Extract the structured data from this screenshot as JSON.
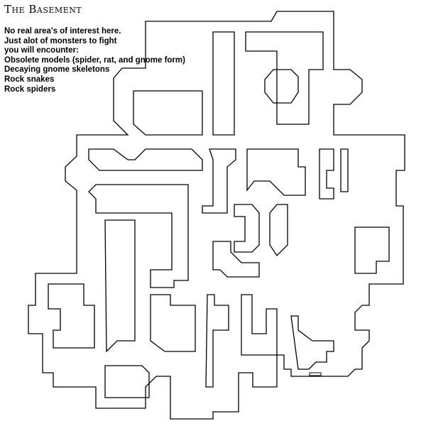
{
  "map": {
    "title": "The Basement",
    "notes": [
      "No real area's of interest here.",
      "Just alot of monsters to fight",
      "you will encounter:",
      "Obsolete models (spider, rat, and gnome form)",
      "Decaying gnome skeletons",
      "Rock snakes",
      "Rock spiders"
    ],
    "line_color": "#000000",
    "background_color": "#ffffff"
  }
}
